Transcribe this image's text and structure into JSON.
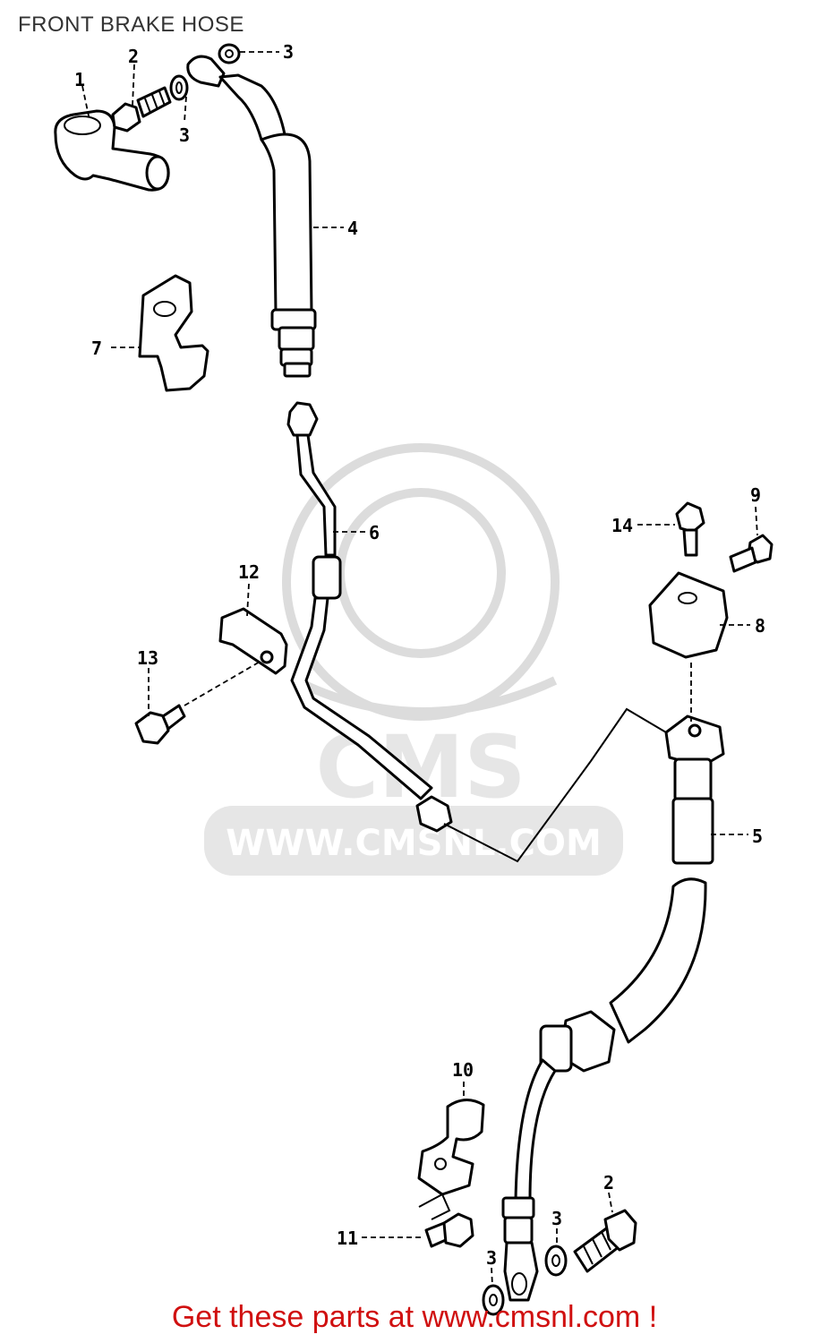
{
  "title": "FRONT BRAKE HOSE",
  "watermark": {
    "brand": "CMS",
    "url": "WWW.CMSNL.COM"
  },
  "callouts": [
    "1",
    "2",
    "3",
    "3",
    "3",
    "4",
    "5",
    "6",
    "7",
    "8",
    "9",
    "10",
    "11",
    "12",
    "13",
    "14",
    "2",
    "3",
    "3"
  ],
  "footer": "Get these parts at www.cmsnl.com !",
  "colors": {
    "footer_text": "#d01010",
    "title_text": "#333333",
    "watermark": "#e6e6e6"
  }
}
